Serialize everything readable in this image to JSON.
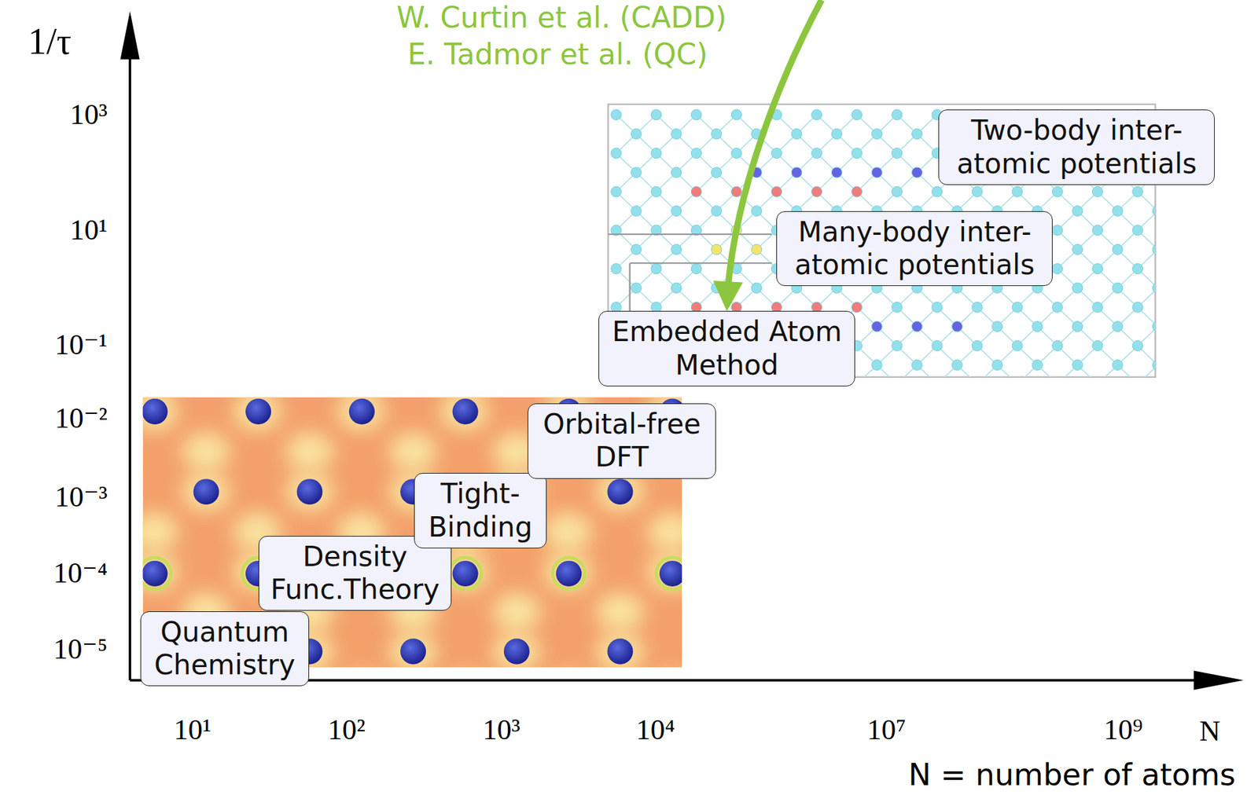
{
  "diagram": {
    "nodes": [
      {
        "text": [
          "Two-body inter- atomic potentials"
        ]
      },
      {
        "text": [
          "Many-body inter- atomic potentials"
        ]
      },
      {
        "text": [
          "Embedded Atom Method"
        ]
      },
      {
        "text": [
          "Orbital-free DFT"
        ]
      },
      {
        "text": [
          "Tight- Binding"
        ]
      },
      {
        "text": [
          "Density Func.Theory"
        ]
      },
      {
        "text": [
          "Quantum Chemistry"
        ]
      }
    ],
    "labels": [
      "W. Curtin et al. (CADD)",
      "E. Tadmor et al. (QC)",
      "1/τ",
      "10³",
      "10¹",
      "10⁻¹",
      "10⁻²",
      "10⁻³",
      "10⁻⁴",
      "10⁻⁵",
      "10¹",
      "10²",
      "10³",
      "10⁴",
      "10⁷",
      "10⁹",
      "N",
      "N = number of atoms"
    ]
  }
}
